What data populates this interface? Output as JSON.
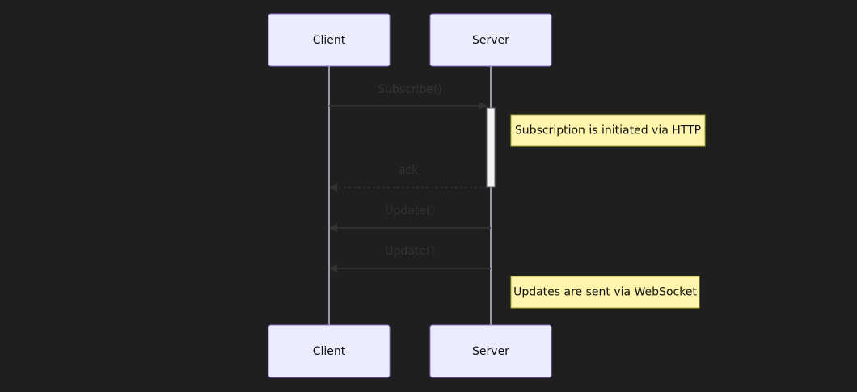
{
  "diagram": {
    "type": "sequence",
    "participants": [
      "Client",
      "Server"
    ],
    "messages": [
      {
        "label": "Subscribe()",
        "from": "Client",
        "to": "Server",
        "style": "solid"
      },
      {
        "label": "ack",
        "from": "Server",
        "to": "Client",
        "style": "dashed"
      },
      {
        "label": "Update()",
        "from": "Server",
        "to": "Client",
        "style": "solid"
      },
      {
        "label": "Update()",
        "from": "Server",
        "to": "Client",
        "style": "solid"
      }
    ],
    "notes": [
      {
        "text": "Subscription is initiated via HTTP"
      },
      {
        "text": "Updates are sent via WebSocket"
      }
    ]
  },
  "colors": {
    "background": "#1f1f20",
    "actor_fill": "#ececff",
    "lifeline": "#ececff",
    "message": "#333333",
    "note_fill": "#fff5ad"
  }
}
